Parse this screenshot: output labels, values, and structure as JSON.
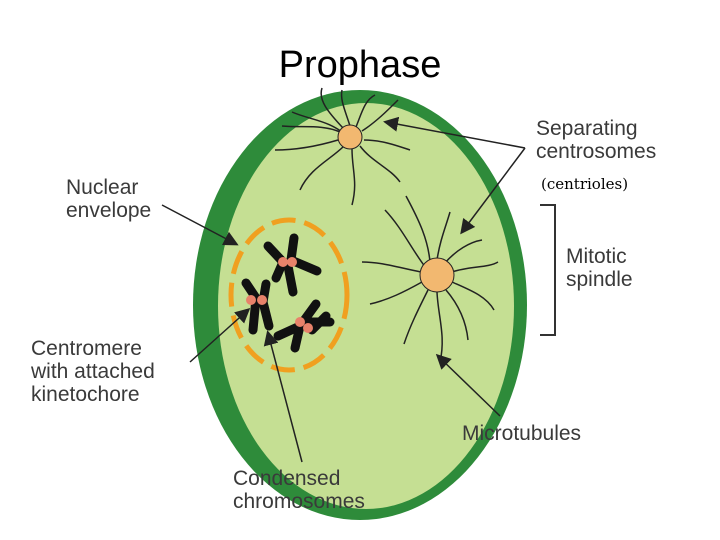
{
  "title": "Prophase",
  "labels": {
    "separating_centrosomes": [
      "Separating",
      "centrosomes"
    ],
    "centrioles": "(centrioles)",
    "nuclear_envelope": [
      "Nuclear",
      "envelope"
    ],
    "mitotic_spindle": [
      "Mitotic",
      "spindle"
    ],
    "centromere": [
      "Centromere",
      "with attached",
      "kinetochore"
    ],
    "microtubules": "Microtubules",
    "condensed_chromosomes": [
      "Condensed",
      "chromosomes"
    ]
  },
  "colors": {
    "cell_wall": "#2e8b3a",
    "cytoplasm": "#c5df93",
    "envelope": "#f0a020",
    "centrosome": "#f2b870",
    "chromosome": "#111111",
    "centromere": "#e8826a",
    "arrow": "#222222"
  }
}
